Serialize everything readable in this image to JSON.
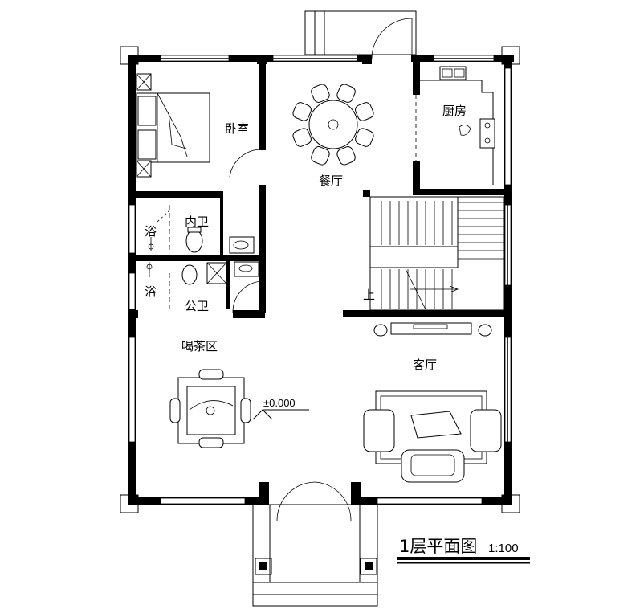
{
  "drawing": {
    "title": "1层平面图",
    "scale": "1:100",
    "level_mark": "±0.000",
    "stair_up": "上"
  },
  "rooms": {
    "bedroom": "卧室",
    "dining": "餐厅",
    "kitchen": "厨房",
    "inner_bath": "内卫",
    "bath_upper": "浴",
    "bath_lower": "浴",
    "public_bath": "公卫",
    "tea_area": "喝茶区",
    "living": "客厅"
  },
  "colors": {
    "line": "#000000",
    "background": "#ffffff"
  }
}
